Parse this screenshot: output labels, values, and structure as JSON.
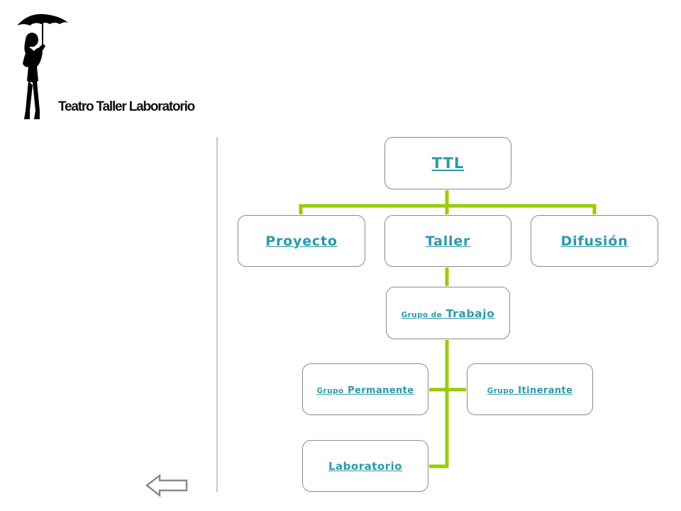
{
  "logo": {
    "title": "Teatro Taller Laboratorio"
  },
  "org_chart": {
    "root": {
      "label": "TTL"
    },
    "level1": {
      "proyecto": "Proyecto",
      "taller": "Taller",
      "difusion": "Difusión"
    },
    "grupo_trabajo": {
      "small": "Grupo de",
      "large": "Trabajo"
    },
    "grupo_permanente": {
      "small": "Grupo",
      "large": "Permanente"
    },
    "grupo_itinerante": {
      "small": "Grupo",
      "large": "Itinerante"
    },
    "laboratorio": {
      "label": "Laboratorio"
    }
  },
  "colors": {
    "connector": "#99cc00",
    "link": "#2b9aa8",
    "node_border": "#8a8a8a",
    "divider": "#c8c8c8"
  },
  "navigation": {
    "back_icon": "left-arrow-icon"
  }
}
